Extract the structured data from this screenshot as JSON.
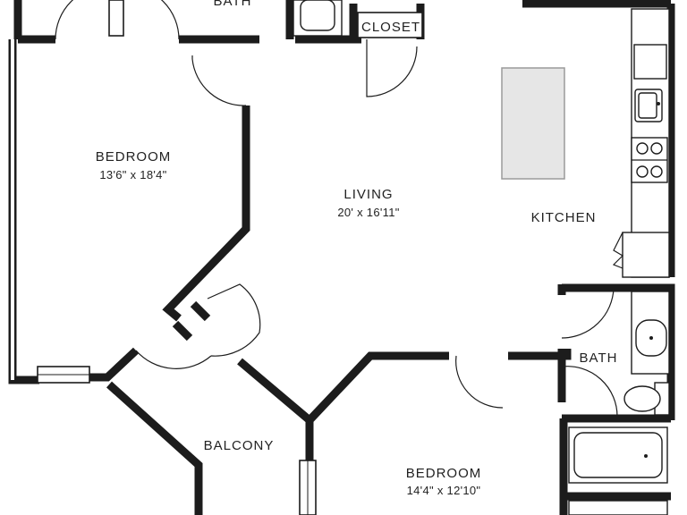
{
  "rooms": {
    "bath_top": {
      "name": "BATH"
    },
    "closet": {
      "name": "CLOSET"
    },
    "bedroom_left": {
      "name": "BEDROOM",
      "dims": "13'6\" x 18'4\""
    },
    "living": {
      "name": "LIVING",
      "dims": "20' x 16'11\""
    },
    "kitchen": {
      "name": "KITCHEN"
    },
    "bath_right": {
      "name": "BATH"
    },
    "balcony": {
      "name": "BALCONY"
    },
    "bedroom_bottom": {
      "name": "BEDROOM",
      "dims": "14'4\" x 12'10\""
    }
  },
  "colors": {
    "wall": "#1c1c1c",
    "island": "#e6e6e6",
    "background": "#ffffff"
  }
}
